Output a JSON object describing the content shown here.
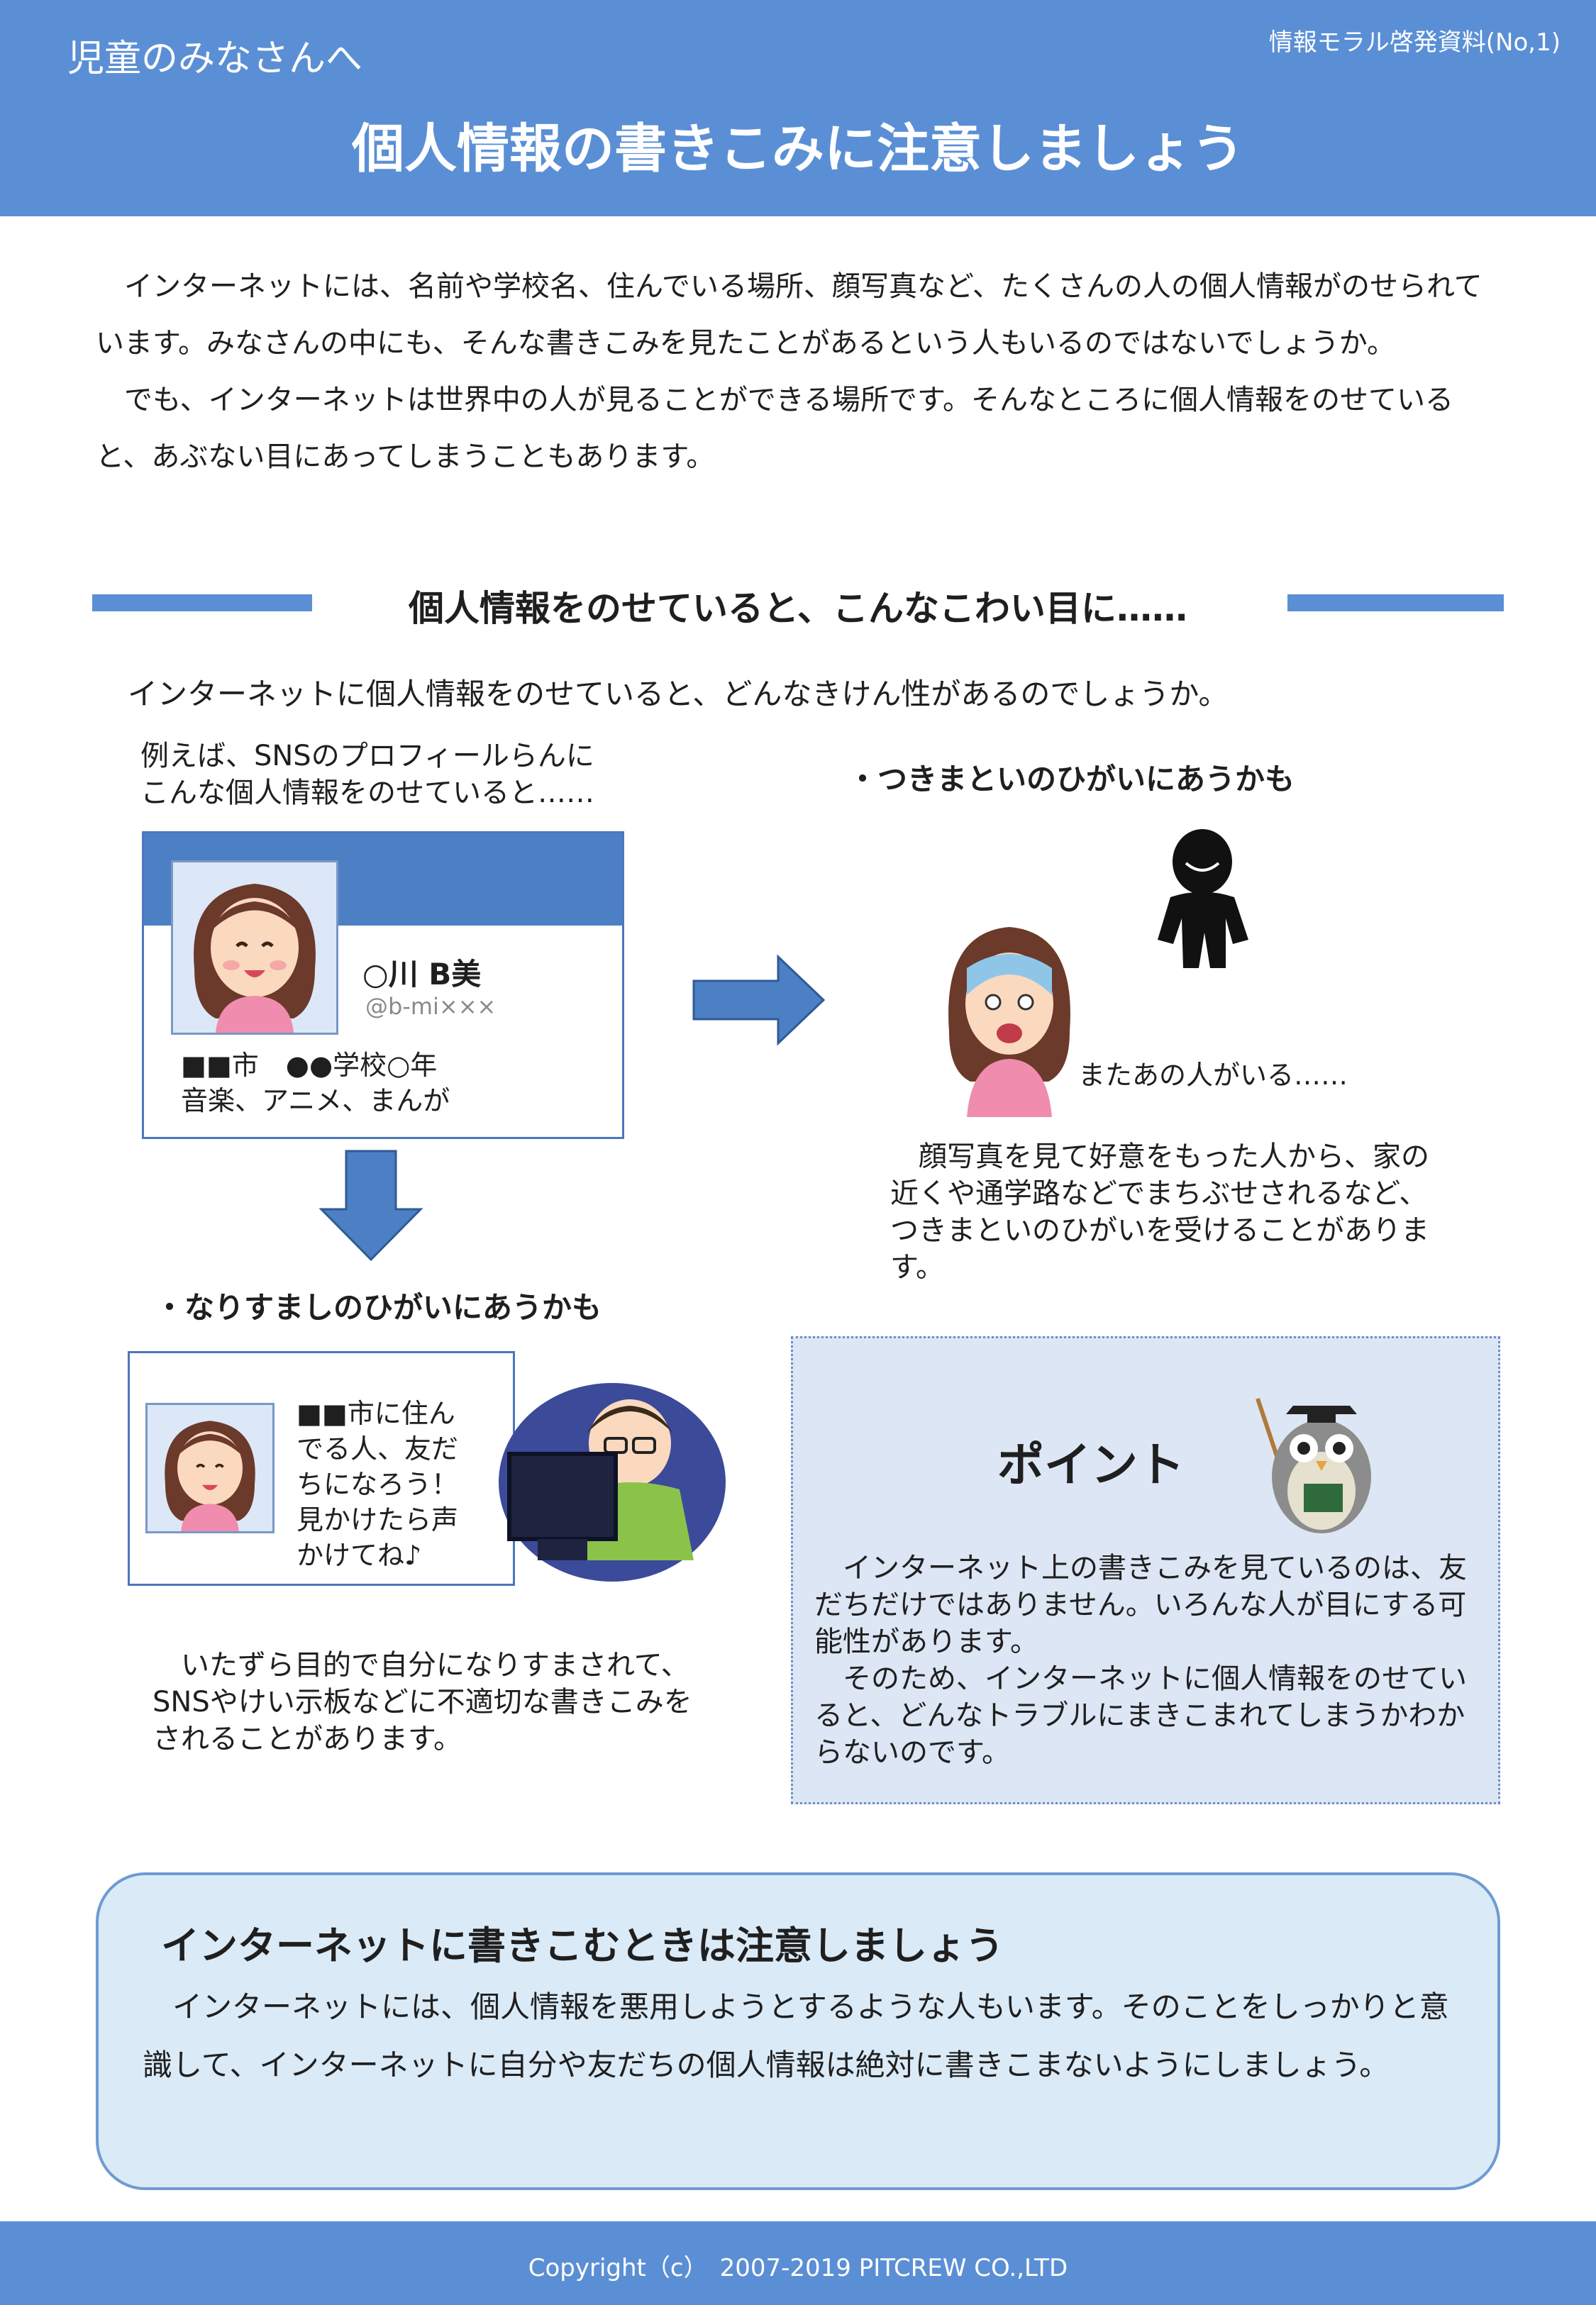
{
  "header": {
    "audience": "児童のみなさんへ",
    "series": "情報モラル啓発資料(No,1)",
    "title": "個人情報の書きこみに注意しましょう"
  },
  "intro": {
    "p1": "インターネットには、名前や学校名、住んでいる場所、顔写真など、たくさんの人の個人情報がのせられています。みなさんの中にも、そんな書きこみを見たことがあるという人もいるのではないでしょうか。",
    "p2": "でも、インターネットは世界中の人が見ることができる場所です。そんなところに個人情報をのせていると、あぶない目にあってしまうこともあります。"
  },
  "section": {
    "heading": "個人情報をのせていると、こんなこわい目に……",
    "question": "インターネットに個人情報をのせていると、どんなきけん性があるのでしょうか。"
  },
  "example": {
    "line1": "例えば、SNSのプロフィールらんに",
    "line2": "こんな個人情報をのせていると……"
  },
  "profile": {
    "name": "○川 B美",
    "handle": "@b-mi×××",
    "info1": "■■市　●●学校○年",
    "info2": "音楽、アニメ、まんが"
  },
  "stalking": {
    "heading": "・つきまといのひがいにあうかも",
    "speech": "またあの人がいる……",
    "text": "顔写真を見て好意をもった人から、家の近くや通学路などでまちぶせされるなど、つきまといのひがいを受けることがあります。"
  },
  "impersonation": {
    "heading": "・なりすましのひがいにあうかも",
    "post": [
      "■■市に住ん",
      "でる人、友だ",
      "ちになろう！",
      "見かけたら声",
      "かけてね♪"
    ],
    "text": "いたずら目的で自分になりすまされて、SNSやけい示板などに不適切な書きこみをされることがあります。"
  },
  "point": {
    "title": "ポイント",
    "p1": "インターネット上の書きこみを見ているのは、友だちだけではありません。いろんな人が目にする可能性があります。",
    "p2": "そのため、インターネットに個人情報をのせていると、どんなトラブルにまきこまれてしまうかわからないのです。"
  },
  "bottom": {
    "title": "インターネットに書きこむときは注意しましょう",
    "text": "インターネットには、個人情報を悪用しようとするような人もいます。そのことをしっかりと意識して、インターネットに自分や友だちの個人情報は絶対に書きこまないようにしましょう。"
  },
  "footer": {
    "copyright": "Copyright（c）　2007-2019 PITCREW CO.,LTD"
  },
  "colors": {
    "brand_blue": "#5b8fd5",
    "box_blue": "#dbeaf7",
    "point_bg": "#dde6f4"
  }
}
